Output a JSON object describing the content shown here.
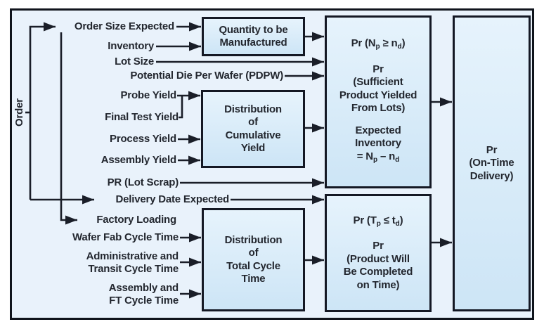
{
  "left_rail": {
    "label": "Order"
  },
  "inputs": {
    "order_size_expected": "Order Size Expected",
    "inventory": "Inventory",
    "lot_size": "Lot Size",
    "pdpw": "Potential Die Per Wafer (PDPW)",
    "probe_yield": "Probe Yield",
    "final_test_yield": "Final Test Yield",
    "process_yield": "Process Yield",
    "assembly_yield": "Assembly Yield",
    "pr_lot_scrap": "PR (Lot Scrap)",
    "delivery_date_expected": "Delivery Date Expected",
    "factory_loading": "Factory Loading",
    "wafer_fab_cycle_time": "Wafer Fab Cycle Time",
    "admin_transit": {
      "line1": "Administrative and",
      "line2": "Transit Cycle Time"
    },
    "assembly_ft": {
      "line1": "Assembly and",
      "line2": "FT Cycle Time"
    }
  },
  "process_boxes": {
    "quantity": {
      "lines": [
        "Quantity to be",
        "Manufactured"
      ]
    },
    "cumulative_yield": {
      "lines": [
        "Distribution",
        "of",
        "Cumulative",
        "Yield"
      ]
    },
    "total_cycle": {
      "lines": [
        "Distribution",
        "of",
        "Total Cycle",
        "Time"
      ]
    }
  },
  "probability_boxes": {
    "inventory": {
      "formula": {
        "pre": "Pr (N",
        "sub1": "p",
        "mid": " ≥ n",
        "sub2": "d",
        "post": ")"
      },
      "desc_lines": [
        "Pr",
        "(Sufficient",
        "Product Yielded",
        "From Lots)"
      ],
      "expected_lines": [
        "Expected",
        "Inventory"
      ],
      "expected_formula": {
        "pre": "= N",
        "sub1": "p",
        "mid": " – n",
        "sub2": "d",
        "post": ""
      }
    },
    "time": {
      "formula": {
        "pre": "Pr (T",
        "sub1": "p",
        "mid": " ≤ t",
        "sub2": "d",
        "post": ")"
      },
      "desc_lines": [
        "Pr",
        "(Product Will",
        "Be Completed",
        "on Time)"
      ]
    },
    "on_time_delivery": {
      "lines": [
        "Pr",
        "(On-Time",
        "Delivery)"
      ]
    }
  },
  "colors": {
    "panel_background": "#e9f2fb",
    "box_fill_top": "#e6f3fc",
    "box_fill_bottom": "#cde5f6",
    "box_border": "#141824",
    "frame_border": "#10141c",
    "connector": "#1a1e28",
    "text": "#23272f"
  }
}
